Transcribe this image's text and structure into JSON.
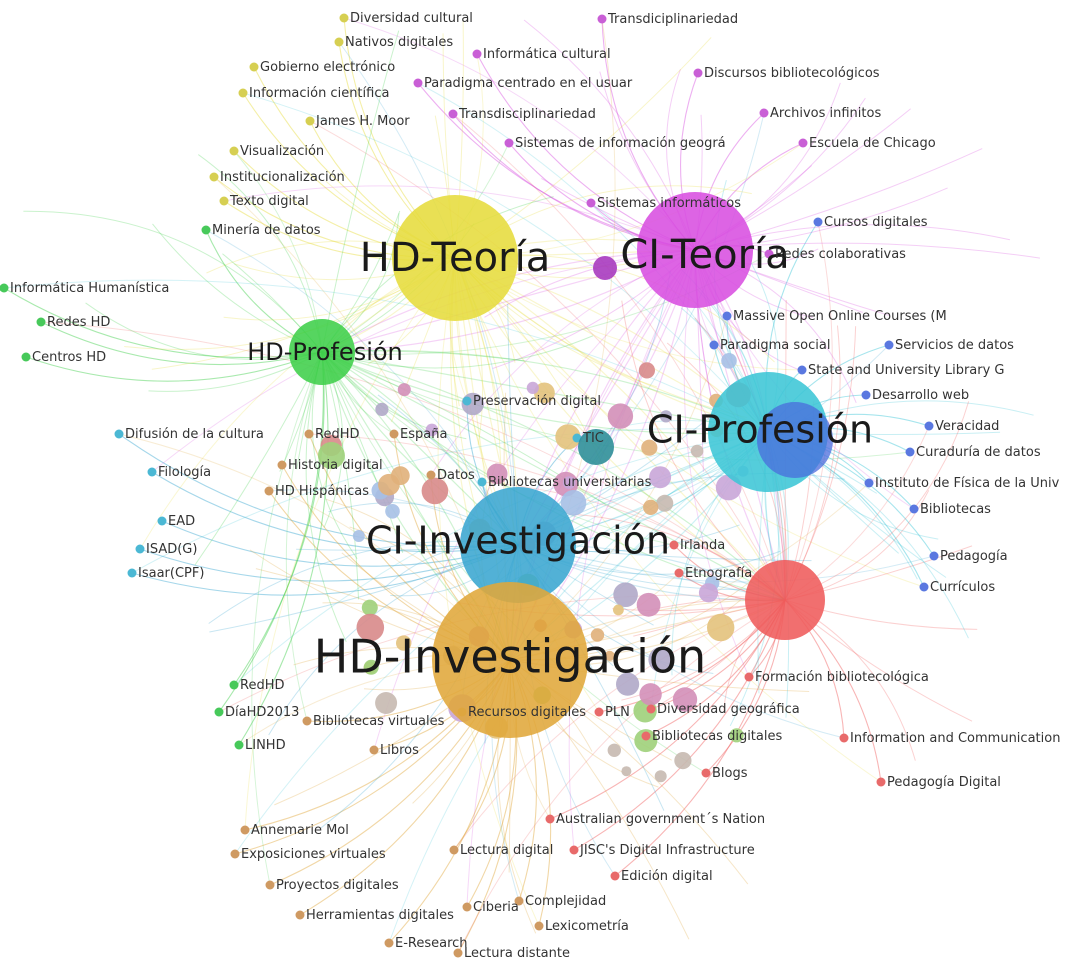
{
  "hubs": [
    {
      "id": "hd-teoria",
      "label": "HD-Teoría",
      "color": "#e6dc3c"
    },
    {
      "id": "ci-teoria",
      "label": "CI-Teoría",
      "color": "#d84fe0"
    },
    {
      "id": "hd-profesion",
      "label": "HD-Profesión",
      "color": "#3fcf4a"
    },
    {
      "id": "ci-profesion",
      "label": "CI-Profesión",
      "color": "#3cc6d6"
    },
    {
      "id": "ci-investigacion",
      "label": "CI-Investigación",
      "color": "#3aa6d0"
    },
    {
      "id": "hd-investigacion",
      "label": "HD-Investigación",
      "color": "#e0a73a"
    },
    {
      "id": "red-hub",
      "label": "",
      "color": "#ef5b5b"
    }
  ],
  "labels": [
    "Diversidad cultural",
    "Nativos digitales",
    "Gobierno electrónico",
    "Información científica",
    "James H. Moor",
    "Visualización",
    "Institucionalización",
    "Texto digital",
    "Minería de datos",
    "Informática cultural",
    "Paradigma centrado en el usuar",
    "Transdisciplinariedad",
    "Sistemas de información geográ",
    "Transdiciplinariedad",
    "Discursos bibliotecológicos",
    "Archivos infinitos",
    "Escuela de Chicago",
    "Sistemas informáticos",
    "Cursos digitales",
    "Redes colaborativas",
    "Massive Open Online Courses (M",
    "Paradigma social",
    "Servicios de datos",
    "State and University Library G",
    "Desarrollo web",
    "Veracidad",
    "Curaduría de datos",
    "Instituto de Física de la Univ",
    "Bibliotecas",
    "Pedagogía",
    "Currículos",
    "Informática Humanística",
    "Redes HD",
    "Centros HD",
    "Difusión de la cultura",
    "Filología",
    "EAD",
    "ISAD(G)",
    "Isaar(CPF)",
    "RedHD",
    "España",
    "Historia digital",
    "Datos",
    "HD Hispánicas",
    "Preservación digital",
    "TIC",
    "Bibliotecas universitarias",
    "Irlanda",
    "Etnografía",
    "Formación bibliotecológica",
    "Information and Communication",
    "Pedagogía Digital",
    "RedHD",
    "DíaHD2013",
    "Bibliotecas virtuales",
    "LINHD",
    "Libros",
    "Recursos digitales",
    "PLN",
    "Diversidad geográfica",
    "Bibliotecas digitales",
    "Blogs",
    "Australian government´s Nation",
    "JISC's Digital Infrastructure",
    "Edición digital",
    "Annemarie Mol",
    "Exposiciones virtuales",
    "Lectura digital",
    "Proyectos digitales",
    "Herramientas digitales",
    "Ciberia",
    "Complejidad",
    "Lexicometría",
    "E-Research",
    "Lectura distante"
  ]
}
